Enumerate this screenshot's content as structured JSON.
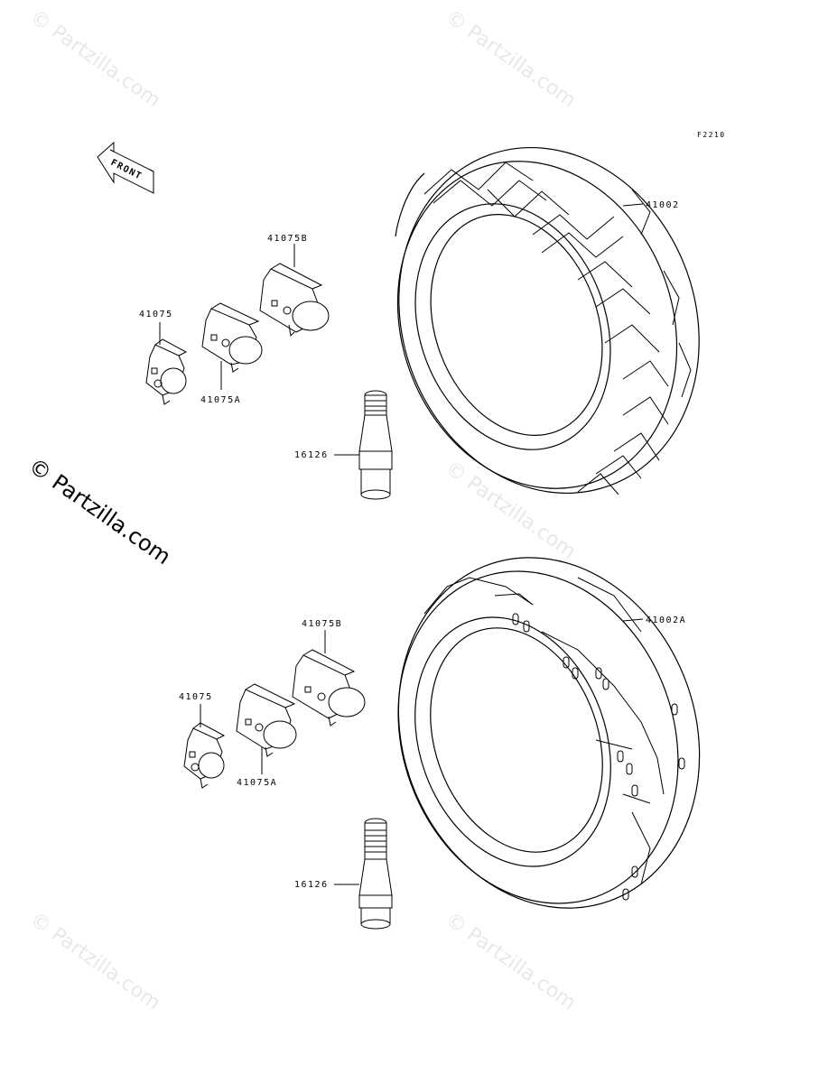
{
  "diagram_code": "F2210",
  "front_arrow_label": "FRONT",
  "watermark_text": "© Partzilla.com",
  "upper_group": {
    "tire_label": "41002",
    "weight_b_label": "41075B",
    "weight_label": "41075",
    "weight_a_label": "41075A",
    "valve_label": "16126"
  },
  "lower_group": {
    "tire_label": "41002A",
    "weight_b_label": "41075B",
    "weight_label": "41075",
    "weight_a_label": "41075A",
    "valve_label": "16126"
  }
}
